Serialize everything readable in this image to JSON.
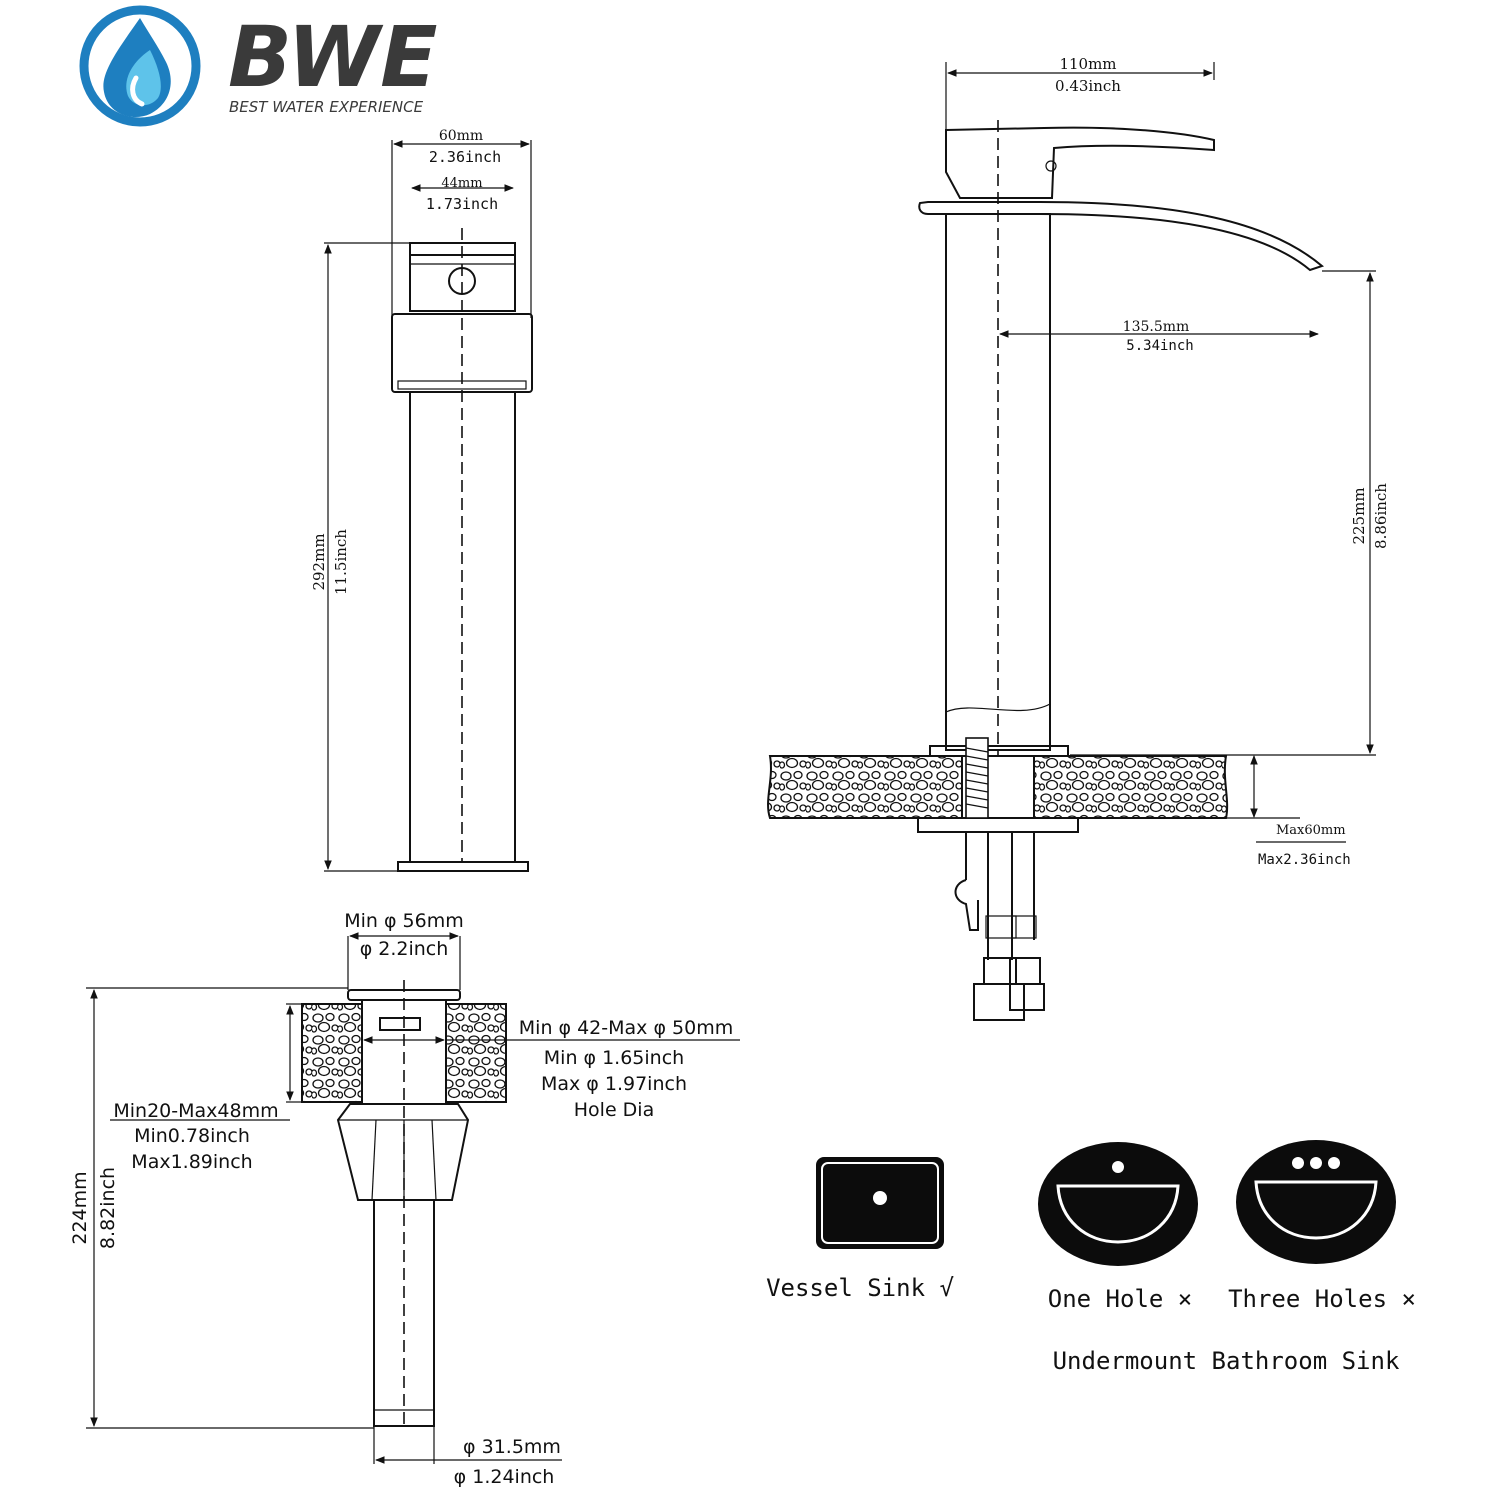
{
  "brand": {
    "name": "BWE",
    "tagline": "BEST WATER EXPERIENCE",
    "colors": {
      "logo_blue": "#1e7fc0",
      "logo_light": "#5ec3ea",
      "text_gray": "#3a3a3a"
    }
  },
  "front_view": {
    "width_mm": "60mm",
    "width_in": "2.36inch",
    "handle_mm": "44mm",
    "handle_in": "1.73inch",
    "height_mm": "292mm",
    "height_in": "11.5inch"
  },
  "side_view": {
    "top_mm": "110mm",
    "top_in": "0.43inch",
    "spout_mm": "135.5mm",
    "spout_in": "5.34inch",
    "spout_height_mm": "225mm",
    "spout_height_in": "8.86inch",
    "deck_max_mm": "Max60mm",
    "deck_max_in": "Max2.36inch"
  },
  "drain_view": {
    "cap_mm": "Min φ 56mm",
    "cap_in": "φ 2.2inch",
    "hole_mm": "Min φ 42-Max φ 50mm",
    "hole_in_min": "Min φ 1.65inch",
    "hole_in_max": "Max φ 1.97inch",
    "hole_label": "Hole Dia",
    "thick_mm": "Min20-Max48mm",
    "thick_in_min": "Min0.78inch",
    "thick_in_max": "Max1.89inch",
    "length_mm": "224mm",
    "length_in": "8.82inch",
    "pipe_mm": "φ 31.5mm",
    "pipe_in": "φ 1.24inch"
  },
  "sinks": {
    "vessel": "Vessel Sink  √",
    "one_hole": "One Hole ×",
    "three_holes": "Three Holes ×",
    "undermount": "Undermount Bathroom Sink"
  }
}
